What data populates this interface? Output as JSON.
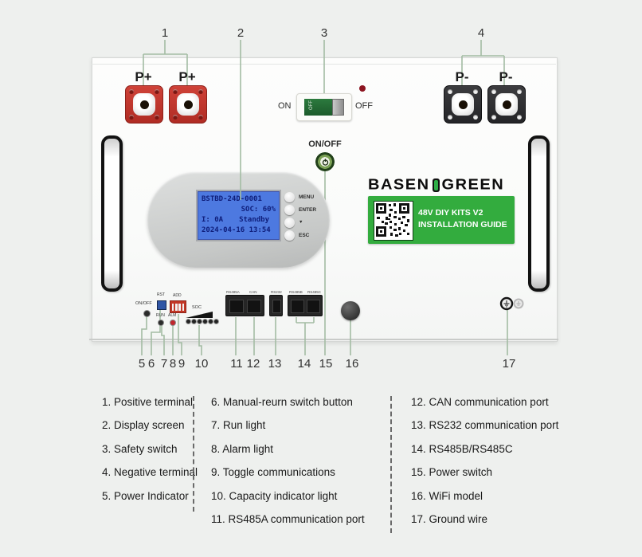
{
  "device": {
    "terminals": {
      "positive": "P+",
      "negative": "P-"
    },
    "safety_switch": {
      "on": "ON",
      "off": "OFF",
      "rocker_label": "OFF"
    },
    "power_button_label": "ON/OFF",
    "lcd": {
      "line1": "BSTBD-24D-0001",
      "line2": "SOC: 60%",
      "line3_left": "I: 0A",
      "line3_right": "Standby",
      "line4": "2024-04-16 13:54"
    },
    "lcd_buttons": {
      "menu": "MENU",
      "enter": "ENTER",
      "down": "▼",
      "esc": "ESC"
    },
    "brand": {
      "left": "BASEN",
      "right": "GREEN"
    },
    "guide_label": {
      "line1": "48V DIY KITS V2",
      "line2": "INSTALLATION GUIDE"
    },
    "controls": {
      "power": "ON/OFF",
      "reset": "RST",
      "address": "ADD",
      "run": "RUN",
      "alarm": "ALM",
      "soc": "SOC"
    },
    "ports": {
      "rs485a": "RS485A",
      "can": "CAN",
      "rs232": "RS232",
      "rs485b": "RS485B",
      "rs485c": "RS485C"
    }
  },
  "callouts": {
    "top": [
      "1",
      "2",
      "3",
      "4"
    ],
    "bottom": [
      "5",
      "6",
      "7",
      "8",
      "9",
      "10",
      "11",
      "12",
      "13",
      "14",
      "15",
      "16",
      "17"
    ]
  },
  "legend": {
    "col1": [
      "1. Positive terminal",
      "2. Display screen",
      "3. Safety switch",
      "4. Negative terminal",
      "5. Power Indicator"
    ],
    "col2": [
      "6. Manual-reurn switch button",
      "7. Run light",
      "8. Alarm light",
      "9. Toggle communications",
      "10. Capacity indicator light",
      "11. RS485A communication port"
    ],
    "col3": [
      "12. CAN communication port",
      "13. RS232 communication port",
      "14. RS485B/RS485C",
      "15. Power switch",
      "16. WiFi model",
      "17. Ground wire"
    ]
  },
  "colors": {
    "callout_line": "#a3bca3",
    "guide_green": "#33ac3e",
    "lcd_blue": "#4d79e0",
    "terminal_red": "#c5372e",
    "alarm_red": "#c0262c"
  }
}
